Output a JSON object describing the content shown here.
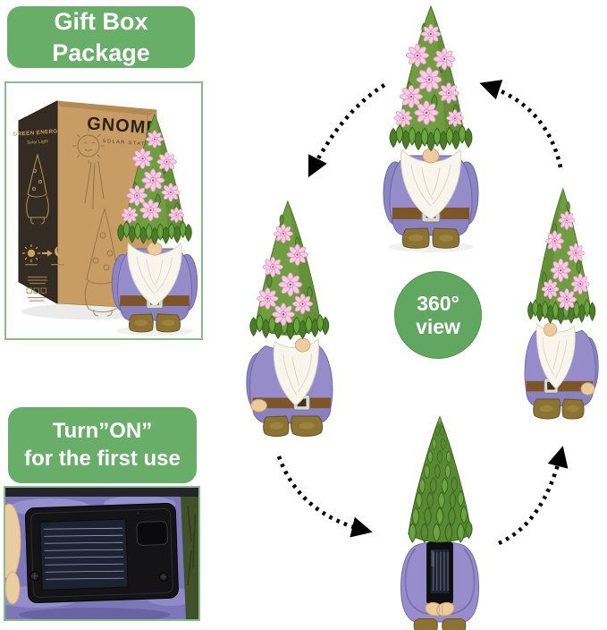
{
  "labels": {
    "gift_box": "Gift Box Package",
    "turn_on_line1": "Turn”ON”",
    "turn_on_line2": "for the first use"
  },
  "box": {
    "side_brand": "GREEN ENERGY",
    "side_sub": "Solar Light",
    "front_title": "GNOME",
    "front_sub": "SOLAR STATUE"
  },
  "badge": {
    "line1": "360°",
    "line2": "view"
  },
  "icons": {
    "rotation_arrow": "dotted-arc-arrow",
    "box_sun": "sun-icon",
    "box_moon": "moon-icon"
  },
  "colors": {
    "accent_green": "#68ae68",
    "badge_green": "#61a761",
    "frame_border": "#8abc8a",
    "arrow_black": "#000000",
    "gnome_purple": "#958cc9",
    "hat_green": "#6f9e40",
    "flower_pink": "#f7cde3",
    "beard_white": "#f8f5ed",
    "boot_brown": "#8c7334",
    "box_kraft": "#c79d65",
    "box_dark": "#342b22",
    "cloth_purple": "#7d76b9"
  }
}
